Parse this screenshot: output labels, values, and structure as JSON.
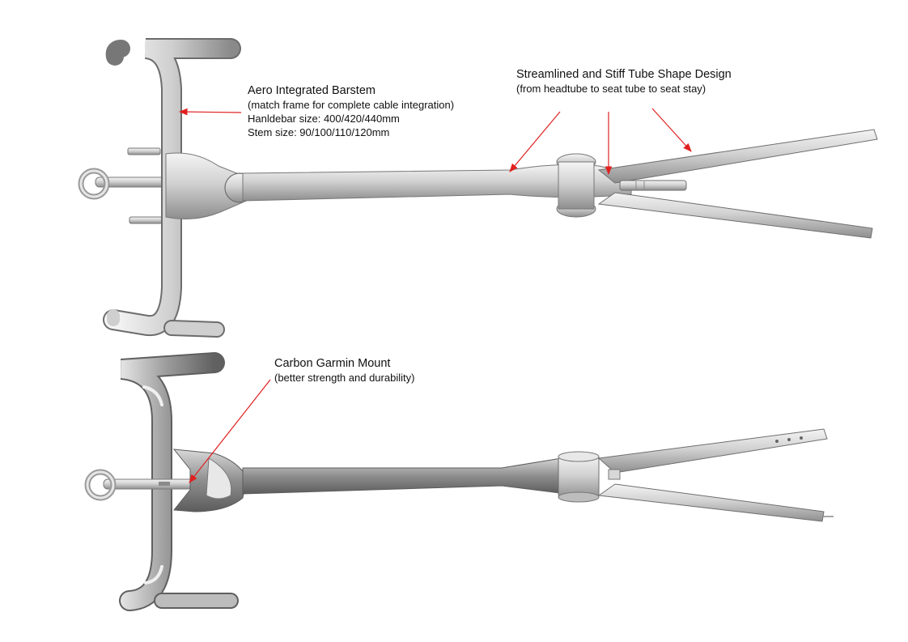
{
  "callouts": {
    "barstem": {
      "title": "Aero Integrated Barstem",
      "lines": [
        "(match frame for complete cable integration)",
        "Hanldebar size: 400/420/440mm",
        "Stem size: 90/100/110/120mm"
      ]
    },
    "tube_shape": {
      "title": "Streamlined and Stiff Tube Shape Design",
      "lines": [
        "(from headtube to seat tube to seat stay)"
      ]
    },
    "garmin": {
      "title": "Carbon Garmin Mount",
      "lines": [
        "(better strength and durability)"
      ]
    }
  },
  "colors": {
    "arrow": "#e02020",
    "frame_light": "#f2f2f2",
    "frame_mid": "#c4c4c4",
    "frame_dark": "#7d7d7d",
    "outline": "#6a6a6a"
  }
}
